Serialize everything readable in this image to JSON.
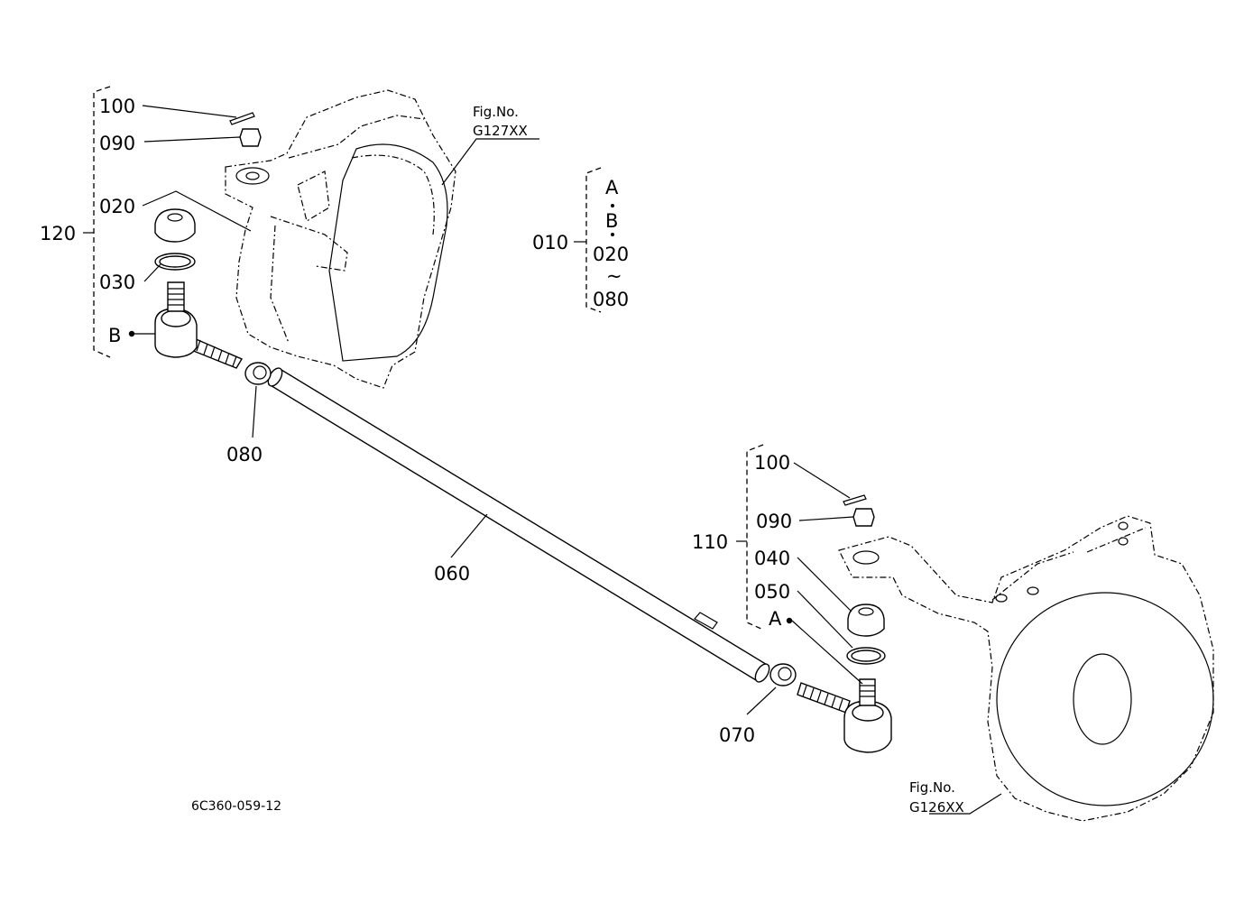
{
  "doc_code": "6C360-059-12",
  "figure_refs": {
    "top": {
      "line1": "Fig.No.",
      "line2": "G127XX"
    },
    "bottom": {
      "line1": "Fig.No.",
      "line2": "G126XX"
    }
  },
  "group_010": {
    "number": "010",
    "items": [
      "A",
      "B",
      "020",
      "~",
      "080"
    ]
  },
  "left_assembly": {
    "group_number": "120",
    "parts": [
      "100",
      "090",
      "020",
      "030"
    ],
    "ref_letter": "B"
  },
  "right_assembly": {
    "group_number": "110",
    "parts": [
      "100",
      "090",
      "040",
      "050"
    ],
    "ref_letter": "A"
  },
  "tube_labels": {
    "nut_left": "080",
    "tube": "060",
    "nut_right": "070"
  }
}
